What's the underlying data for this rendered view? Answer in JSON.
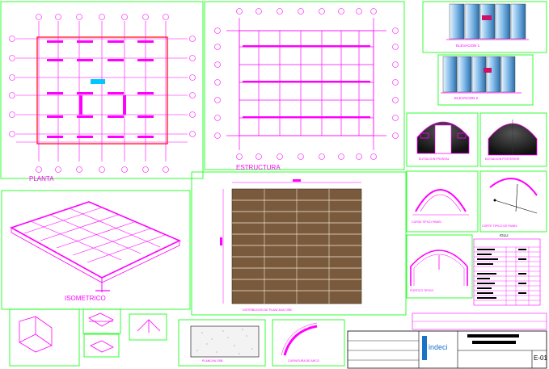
{
  "sheet": {
    "views": {
      "planta": "PLANTA",
      "estructura": "ESTRUCTURA",
      "isometrico": "ISOMETRICO",
      "elevacion_1": "ELEVACION 1",
      "elevacion_2": "ELEVACION 2",
      "elevacion_frontal": "ELEVACION FRONTAL",
      "elevacion_posterior": "ELEVACION POSTERIOR",
      "curva_panel": "CURVA TIPICO PANEL",
      "corte_panel": "CORTE TIPICO DE PANEL",
      "portico": "PORTICO TIPICO",
      "distribucion": "DISTRIBUCION DE PLANCHAS OSB",
      "plancha_osb": "PLANCHA OSB",
      "curvatura_arco": "CURVATURA DE ARCO",
      "iglu": "IGLU"
    },
    "title_block": {
      "logo_text": "indeci",
      "sheet_number": "E-01"
    },
    "colors": {
      "magenta": "#ff00ff",
      "green_frame": "#00ff00",
      "red_outline": "#ff0000",
      "wood": "#7a5a3c",
      "cyan": "#00c8ff"
    }
  }
}
